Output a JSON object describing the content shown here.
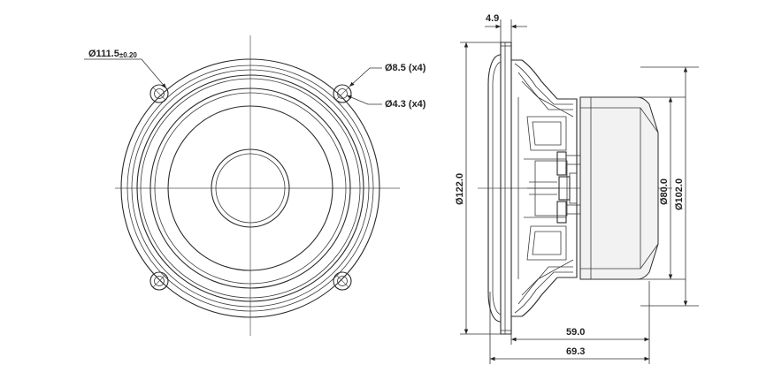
{
  "dimensions": {
    "outer_dia_main": "Ø111.5",
    "outer_dia_tol": "±0.20",
    "hole_big": "Ø8.5 (x4)",
    "hole_small": "Ø4.3 (x4)",
    "flange_thickness": "4.9",
    "overall_dia": "Ø122.0",
    "magnet_dia": "Ø80.0",
    "magnet_outer_dia": "Ø102.0",
    "depth_magnet": "59.0",
    "depth_total": "69.3"
  }
}
